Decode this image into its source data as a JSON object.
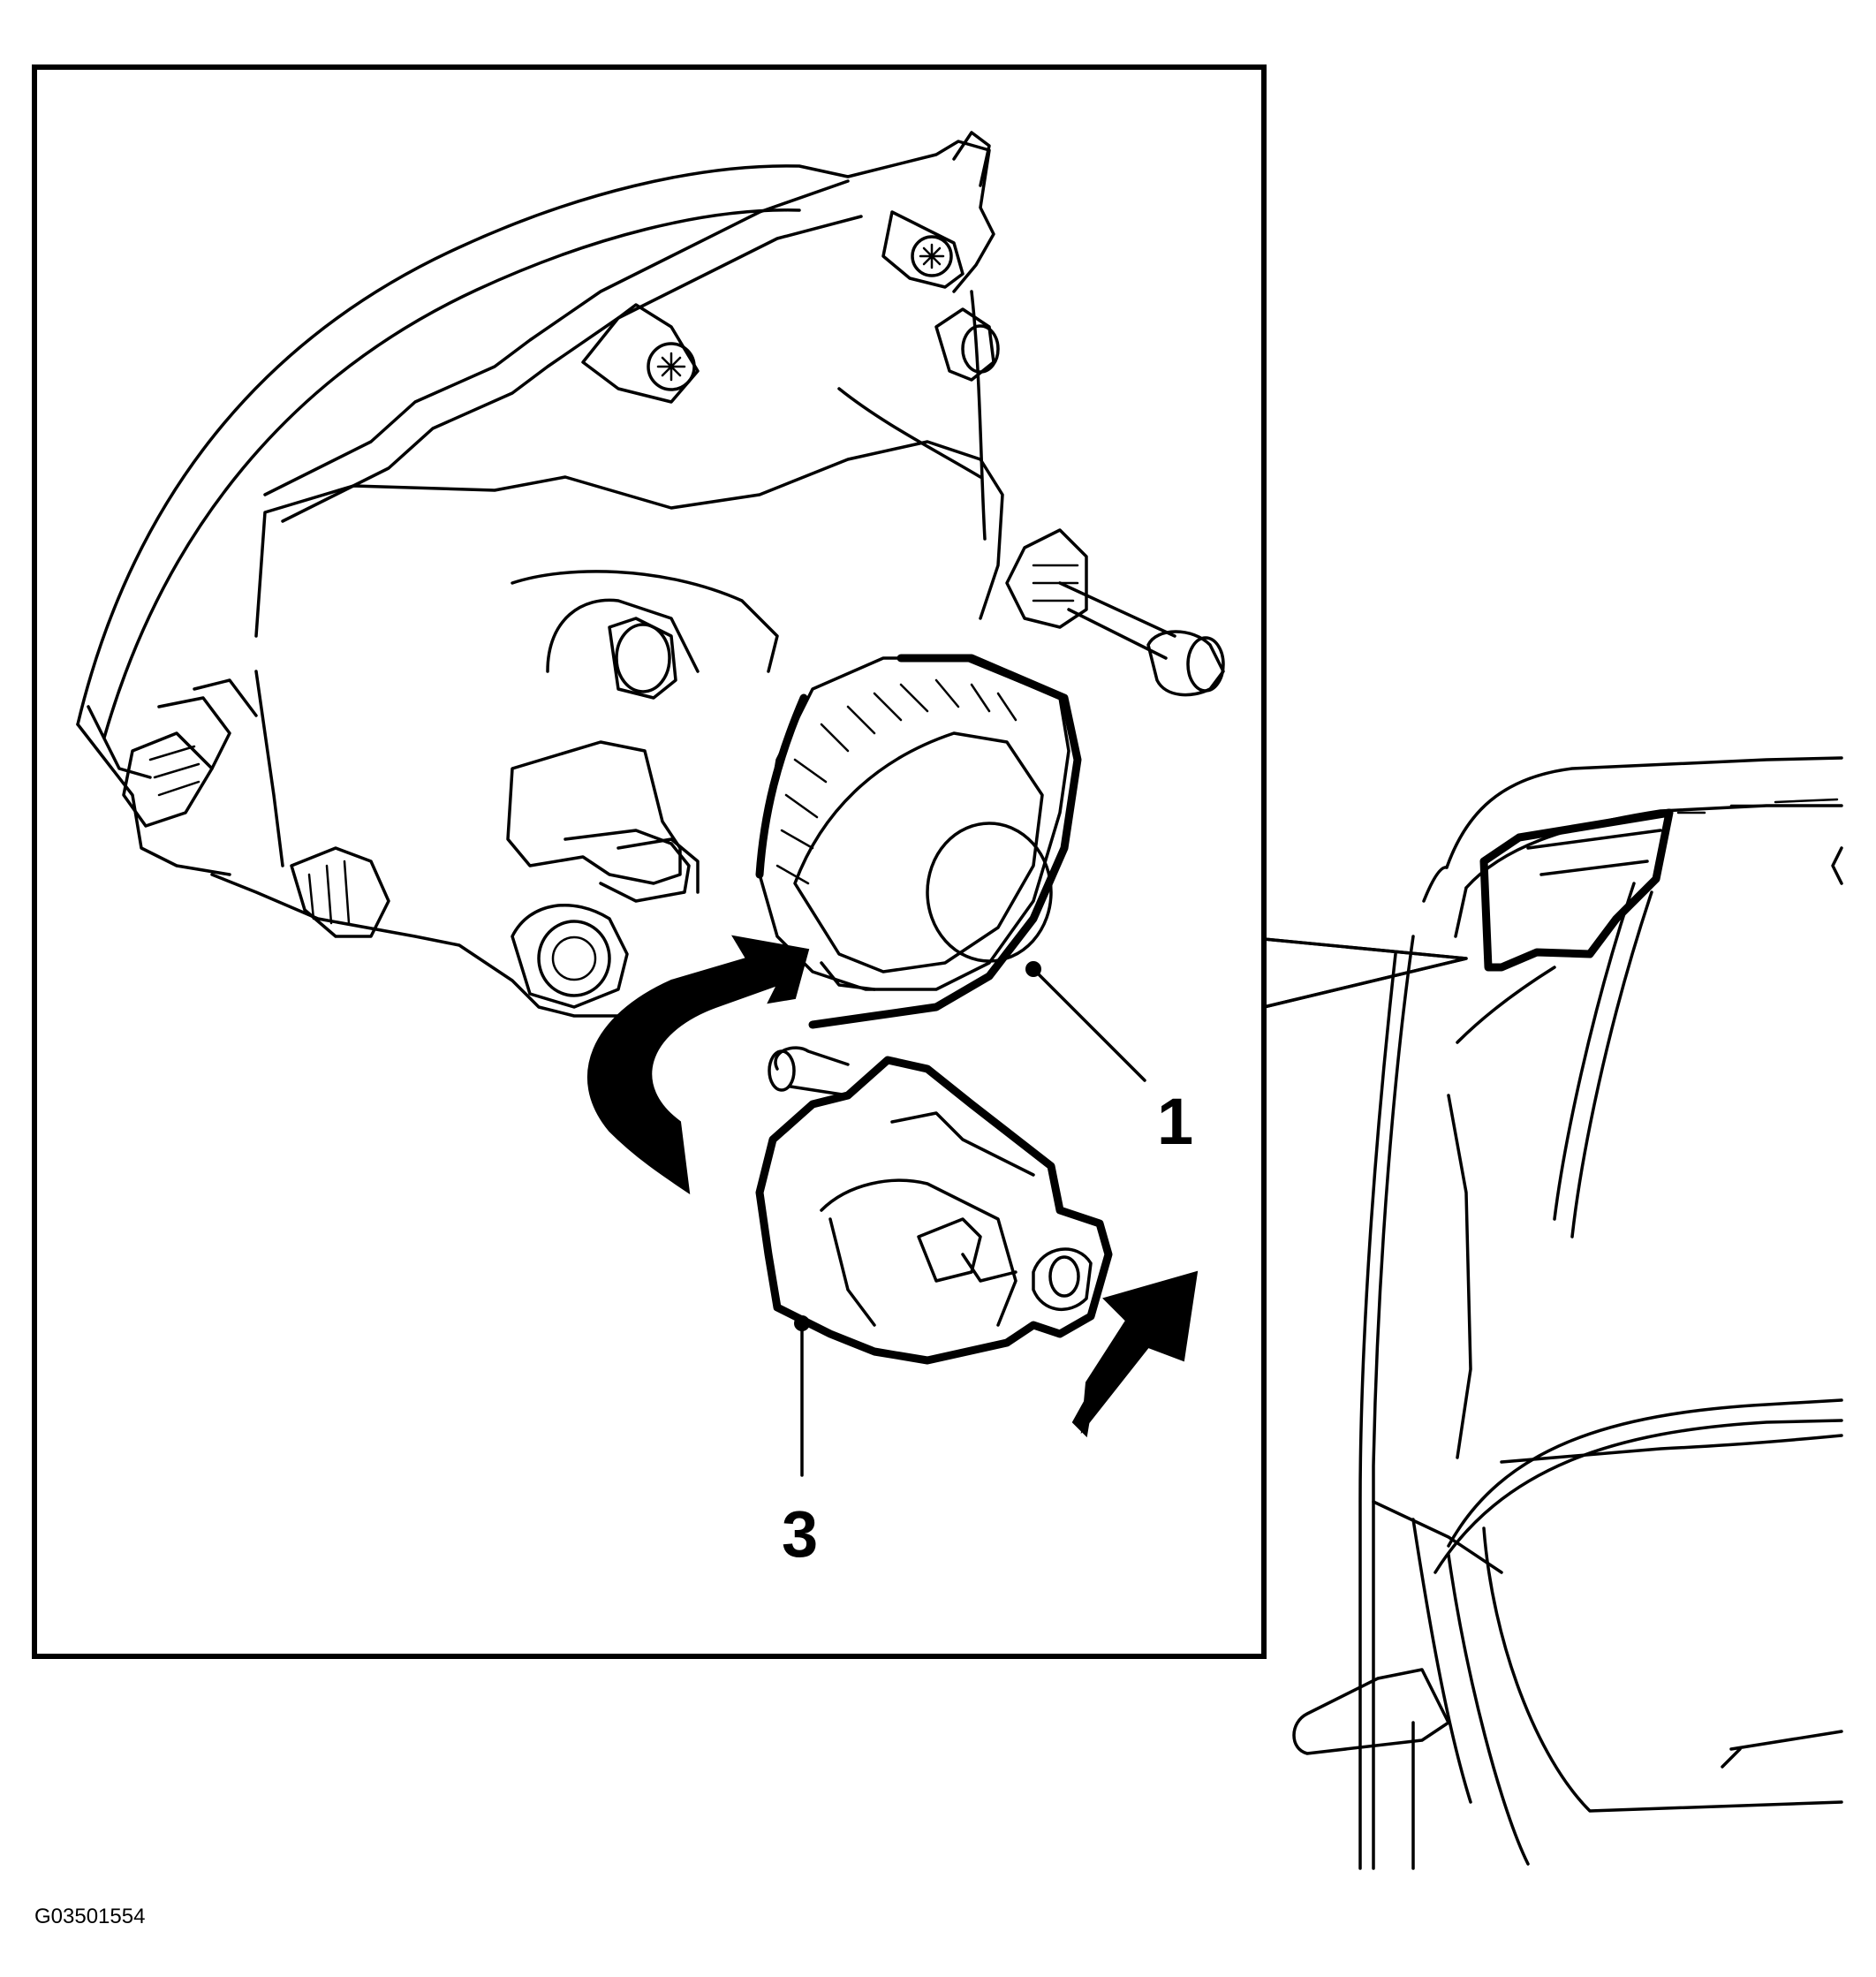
{
  "figure_id": "G03501554",
  "callouts": [
    {
      "number": "1",
      "part": "headlamp-housing-socket"
    },
    {
      "number": "3",
      "part": "leveling-motor"
    }
  ],
  "icons": {
    "rotation_arrow": "curved-rotation-arrow-icon",
    "push_arrow": "push-direction-arrow-icon",
    "location_pointer": "location-pointer-icon"
  },
  "colors": {
    "ink": "#000000",
    "paper": "#ffffff"
  }
}
